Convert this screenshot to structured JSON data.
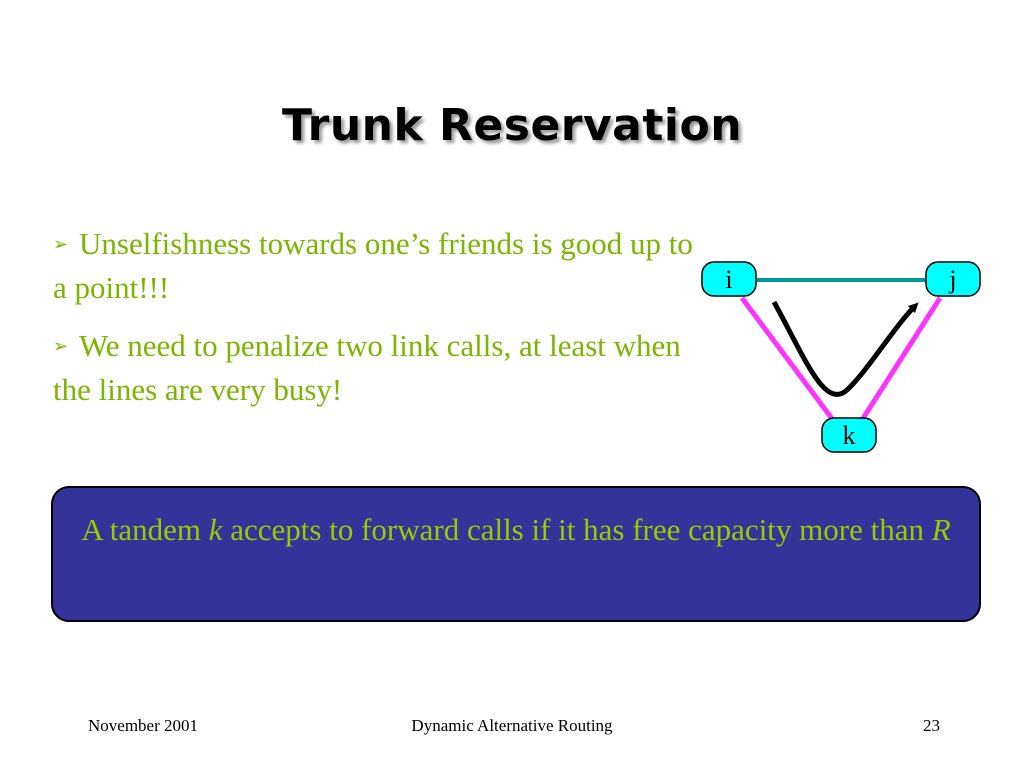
{
  "slide": {
    "title": "Trunk Reservation",
    "bullets": [
      {
        "marker": "➢",
        "text": "Unselfishness towards one’s friends is good up to a point!!!"
      },
      {
        "marker": "➢",
        "text": "We need to penalize two link calls, at least when  the lines are very busy!"
      }
    ],
    "callout": {
      "part1": "A tandem ",
      "var_k": "k",
      "part2": " accepts to forward calls if it has free capacity more than ",
      "var_r": "R"
    }
  },
  "diagram": {
    "nodes": {
      "i": "i",
      "j": "j",
      "k": "k"
    },
    "colors": {
      "node_fill": "#00ffff",
      "direct_link": "#009999",
      "tandem_links": "#ff33ff",
      "route_arrow": "#000000"
    }
  },
  "footer": {
    "date": "November 2001",
    "subject": "Dynamic Alternative Routing",
    "page": "23"
  },
  "colors": {
    "text_green": "#7cb400",
    "callout_bg": "#333399",
    "callout_text": "#99cc00"
  }
}
